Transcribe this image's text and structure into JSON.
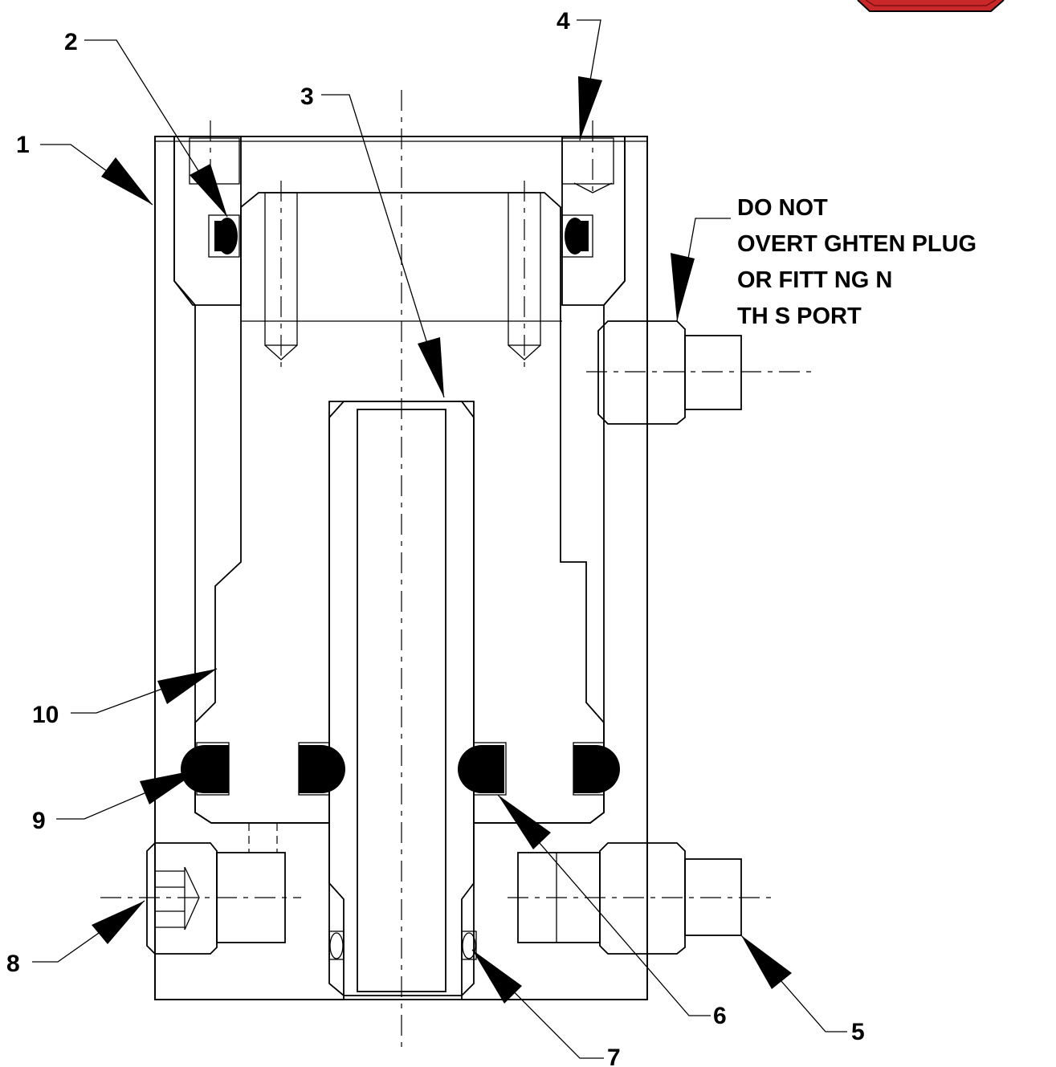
{
  "callouts": [
    {
      "id": "1",
      "text": "1"
    },
    {
      "id": "2",
      "text": "2"
    },
    {
      "id": "3",
      "text": "3"
    },
    {
      "id": "4",
      "text": "4"
    },
    {
      "id": "5",
      "text": "5"
    },
    {
      "id": "6",
      "text": "6"
    },
    {
      "id": "7",
      "text": "7"
    },
    {
      "id": "8",
      "text": "8"
    },
    {
      "id": "9",
      "text": "9"
    },
    {
      "id": "10",
      "text": "10"
    }
  ],
  "note": {
    "line1": "DO NOT",
    "line2": "OVERT GHTEN PLUG",
    "line3": "OR FITT NG  N",
    "line4": "TH S PORT"
  },
  "colors": {
    "ink": "#000000",
    "stamp": "#c8282a",
    "background": "#ffffff"
  }
}
